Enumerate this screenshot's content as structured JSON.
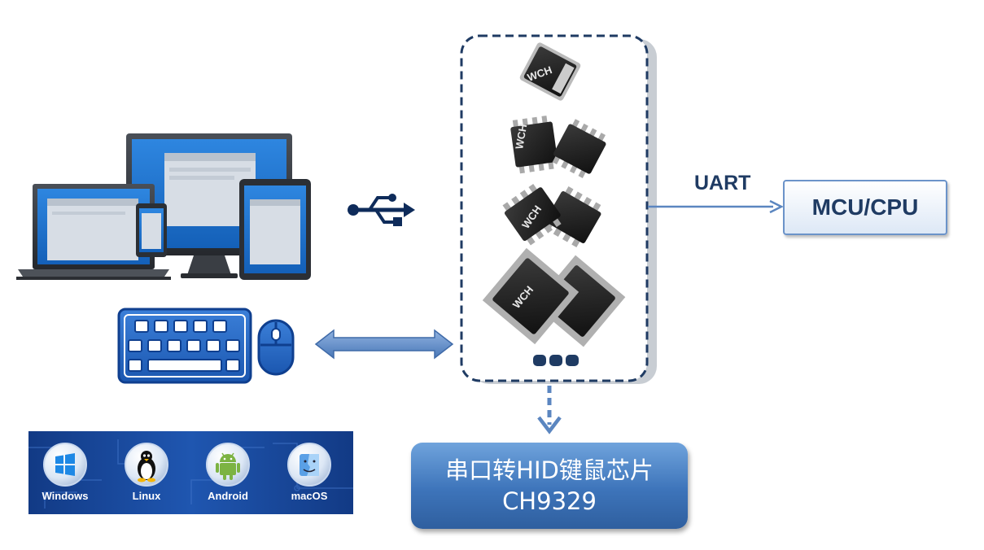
{
  "mcu_box": {
    "label": "MCU/CPU"
  },
  "uart": {
    "label": "UART"
  },
  "chip_box": {
    "line1": "串口转HID键鼠芯片",
    "line2": "CH9329"
  },
  "chip_marking": "WCH",
  "os_list": [
    {
      "label": "Windows",
      "icon": "windows-logo-icon"
    },
    {
      "label": "Linux",
      "icon": "linux-penguin-icon"
    },
    {
      "label": "Android",
      "icon": "android-robot-icon"
    },
    {
      "label": "macOS",
      "icon": "macos-finder-icon"
    }
  ],
  "colors": {
    "accent_blue": "#3d74ba",
    "dark_navy": "#1f3b63",
    "arrow_blue": "#5b86c0",
    "usb_icon": "#0e2b5a"
  }
}
